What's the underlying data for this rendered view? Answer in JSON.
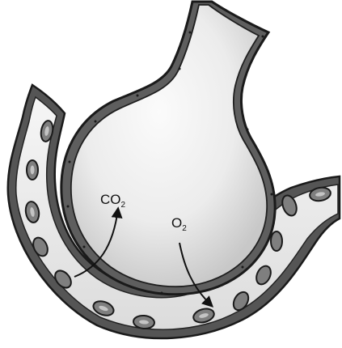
{
  "labels": {
    "co2": {
      "main": "CO",
      "sub": "2"
    },
    "o2": {
      "main": "O",
      "sub": "2"
    }
  },
  "colors": {
    "wall_dark": "#4a4a4a",
    "wall_mid": "#8c8c8c",
    "lumen_light": "#f2f2f2",
    "lumen_shade": "#c9c9c9",
    "rbc_fill": "#7f7f7f",
    "rbc_core": "#c4c4c4",
    "outline": "#1a1a1a"
  }
}
